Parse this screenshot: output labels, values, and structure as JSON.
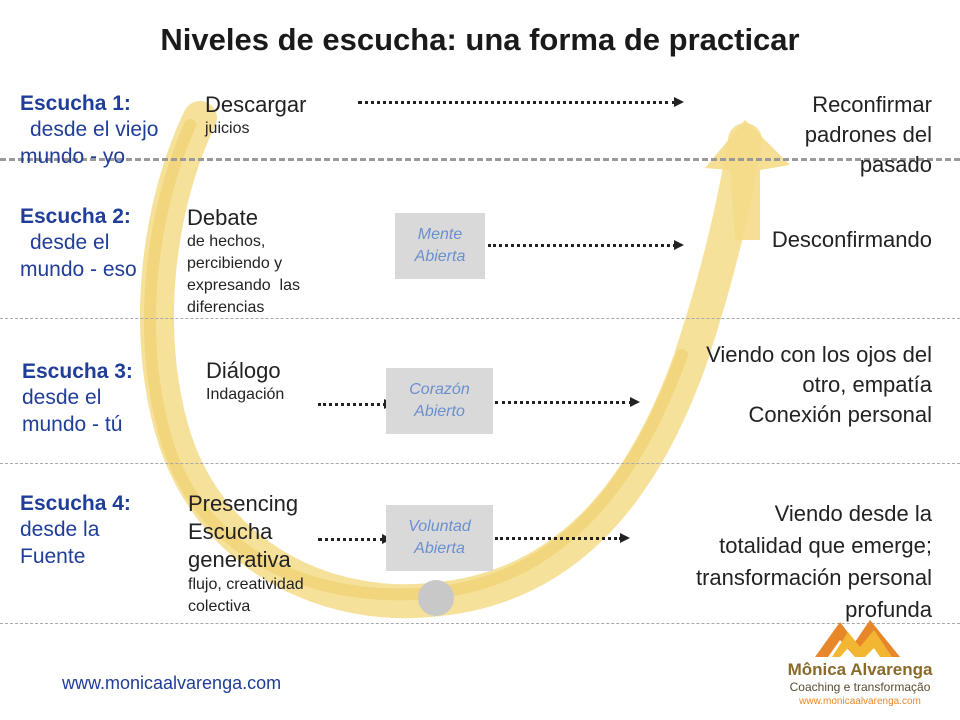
{
  "title": "Niveles de escucha: una forma de practicar",
  "levels": [
    {
      "heading": "Escucha 1:",
      "from_line1": "desde el viejo",
      "from_line2": "mundo - yo",
      "mode": "Descargar",
      "detail": [
        "juicios"
      ],
      "gate": [],
      "result": [
        "Reconfirmar",
        "padrones del",
        "pasado"
      ]
    },
    {
      "heading": "Escucha 2:",
      "from_line1": "desde el",
      "from_line2": "mundo - eso",
      "mode": "Debate",
      "detail": [
        "de hechos,",
        "percibiendo y",
        "expresando  las",
        "diferencias"
      ],
      "gate": [
        "Mente",
        "Abierta"
      ],
      "result": [
        "Desconfirmando"
      ]
    },
    {
      "heading": "Escucha 3:",
      "from_line1": "desde el",
      "from_line2": "mundo - tú",
      "mode": "Diálogo",
      "detail": [
        "Indagación"
      ],
      "gate": [
        "Corazón",
        "Abierto"
      ],
      "result": [
        "Viendo con los ojos del",
        "otro, empatía",
        "Conexión personal"
      ]
    },
    {
      "heading": "Escucha 4:",
      "from_line1": "desde la",
      "from_line2": "Fuente",
      "mode": "Presencing",
      "detail_main": [
        "Escucha",
        "generativa"
      ],
      "detail": [
        "flujo, creatividad",
        "colectiva"
      ],
      "gate": [
        "Voluntad",
        "Abierta"
      ],
      "result": [
        "Viendo desde la",
        "totalidad que emerge;",
        "transformación personal",
        "profunda"
      ]
    }
  ],
  "footer": {
    "url": "www.monicaalvarenga.com"
  },
  "logo": {
    "name": "Mônica Alvarenga",
    "tagline": "Coaching e transformação",
    "url": "www.monicaalvarenga.com"
  },
  "colors": {
    "level_text": "#1f3d99",
    "arc": "#f5dc88",
    "gate_box": "#d9d9d9",
    "gate_text": "#6a8fcf",
    "logo_orange": "#e8872a",
    "logo_yellow": "#f2b632"
  }
}
